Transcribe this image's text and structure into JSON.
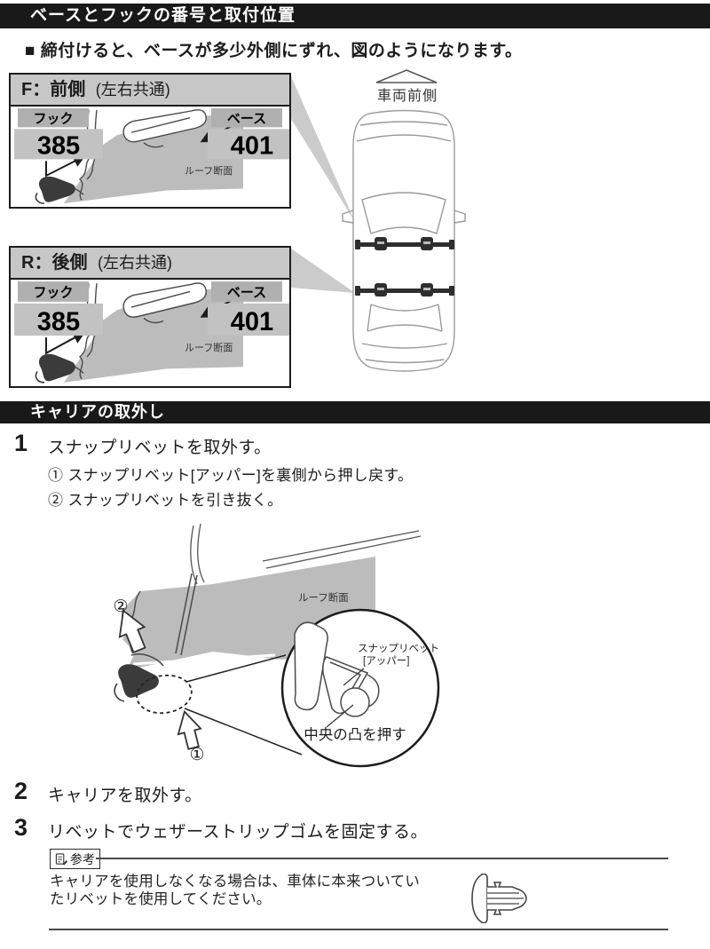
{
  "colors": {
    "bar_bg": "#191919",
    "panel_header_bg": "#c7c7c7",
    "label_bg": "#b0b0b0",
    "number_bg": "#c2c2c2",
    "roof_gray": "#bcbcbc",
    "wedge_gray": "#cbcbcb",
    "line_art": "#4a4a4a"
  },
  "sections": {
    "title1": "ベースとフックの番号と取付位置",
    "intro": "■ 締付けると、ベースが多少外側にずれ、図のようになります。",
    "title2": "キャリアの取外し"
  },
  "panels": {
    "front": {
      "heading": "F：前側",
      "heading_suffix": "(左右共通)",
      "hook_label": "フック",
      "hook_number": "385",
      "base_label": "ベース",
      "base_number": "401",
      "roof_caption": "ルーフ断面"
    },
    "rear": {
      "heading": "R：後側",
      "heading_suffix": "(左右共通)",
      "hook_label": "フック",
      "hook_number": "385",
      "base_label": "ベース",
      "base_number": "401",
      "roof_caption": "ルーフ断面"
    }
  },
  "car": {
    "front_label": "車両前側"
  },
  "steps": [
    {
      "num": "1",
      "text": "スナップリベットを取外す。",
      "substeps": [
        "① スナップリベット[アッパー]を裏側から押し戻す。",
        "② スナップリベットを引き抜く。"
      ]
    },
    {
      "num": "2",
      "text": "キャリアを取外す。"
    },
    {
      "num": "3",
      "text": "リベットでウェザーストリップゴムを固定する。"
    }
  ],
  "figure": {
    "roof_caption": "ルーフ断面",
    "marker1": "①",
    "marker2": "②",
    "rivet_label_line1": "スナップリベット",
    "rivet_label_line2": "[アッパー]",
    "push_label": "中央の凸を押す"
  },
  "note": {
    "tag": "参考",
    "line1": "キャリアを使用しなくなる場合は、車体に本来ついてい",
    "line2": "たリベットを使用してください。"
  }
}
